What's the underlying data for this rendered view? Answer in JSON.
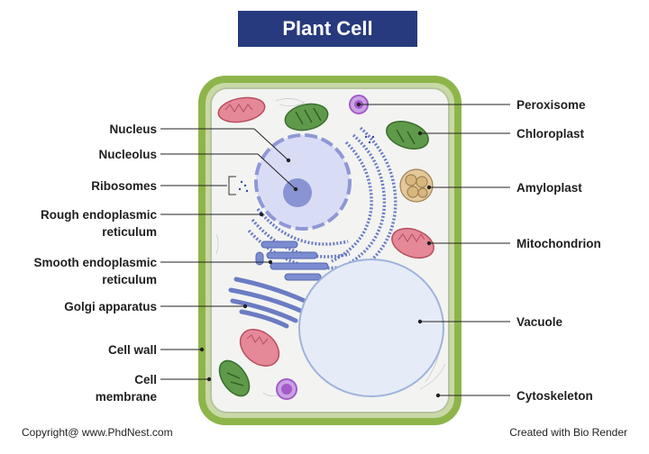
{
  "title": "Plant Cell",
  "labels_left": {
    "nucleus": "Nucleus",
    "nucleolus": "Nucleolus",
    "ribosomes": "Ribosomes",
    "rough_er_line1": "Rough endoplasmic",
    "rough_er_line2": "reticulum",
    "smooth_er_line1": "Smooth endoplasmic",
    "smooth_er_line2": "reticulum",
    "golgi": "Golgi apparatus",
    "cell_wall": "Cell wall",
    "cell_membrane_line1": "Cell",
    "cell_membrane_line2": "membrane"
  },
  "labels_right": {
    "peroxisome": "Peroxisome",
    "chloroplast": "Chloroplast",
    "amyloplast": "Amyloplast",
    "mitochondrion": "Mitochondrion",
    "vacuole": "Vacuole",
    "cytoskeleton": "Cytoskeleton"
  },
  "footer": {
    "copyright": "Copyright@ www.PhdNest.com",
    "credit": "Created with Bio Render"
  },
  "colors": {
    "title_bg": "#273a7d",
    "cell_wall": "#8db54a",
    "cytoplasm": "#f3f4f1",
    "nucleus": "#d9dcf5",
    "er": "#6b7cc4",
    "vacuole": "#e6ecf7",
    "chloroplast": "#5f9a4a",
    "mitochondrion": "#d96a7a",
    "peroxisome": "#a35bc9",
    "amyloplast": "#d9b98a"
  }
}
